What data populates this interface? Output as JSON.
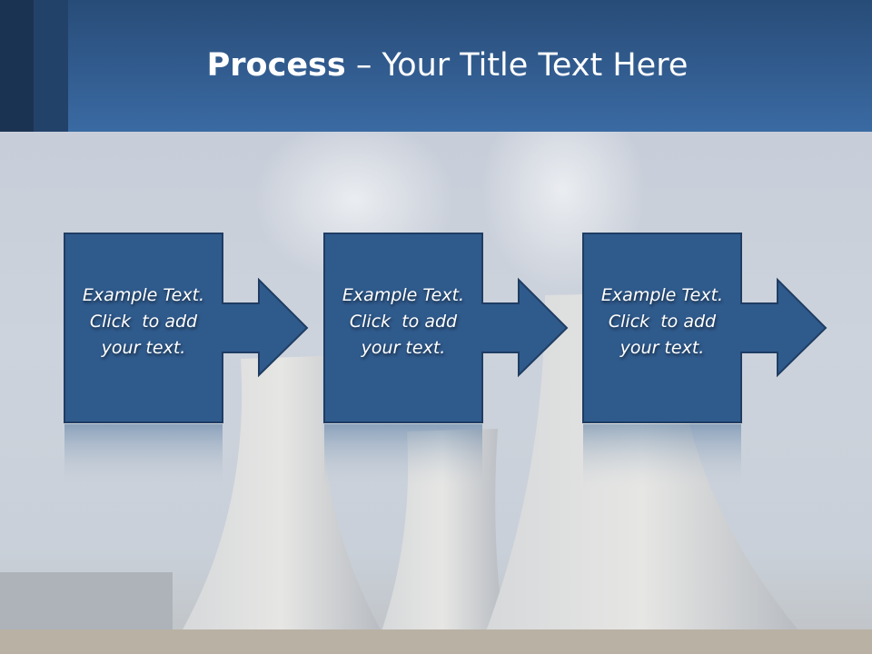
{
  "title": {
    "bold": "Process",
    "rest": " – Your Title Text Here"
  },
  "steps": [
    {
      "line1": "Example Text.",
      "line2": "Click  to add",
      "line3": "your text."
    },
    {
      "line1": "Example Text.",
      "line2": "Click  to add",
      "line3": "your text."
    },
    {
      "line1": "Example Text.",
      "line2": "Click  to add",
      "line3": "your text."
    }
  ],
  "colors": {
    "header": "#2f5a8c",
    "box": "#2f5a8c",
    "border": "#1f3d63"
  }
}
